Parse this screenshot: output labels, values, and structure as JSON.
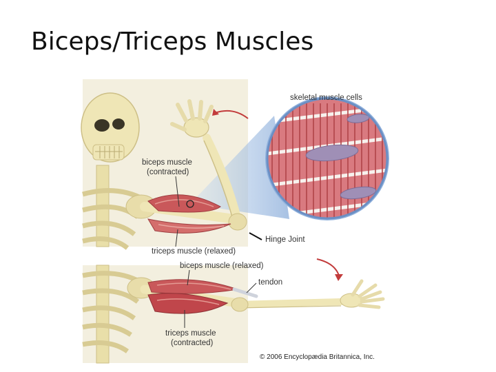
{
  "slide": {
    "title": "Biceps/Triceps Muscles"
  },
  "diagram": {
    "labels": {
      "skeletal_muscle_cells": "skeletal muscle cells",
      "biceps_contracted_line1": "biceps muscle",
      "biceps_contracted_line2": "(contracted)",
      "hinge_joint": "Hinge Joint",
      "triceps_relaxed": "triceps muscle (relaxed)",
      "biceps_relaxed": "biceps muscle (relaxed)",
      "tendon": "tendon",
      "triceps_contracted_line1": "triceps muscle",
      "triceps_contracted_line2": "(contracted)"
    },
    "credit": "© 2006 Encyclopædia Britannica, Inc.",
    "colors": {
      "bone": "#efe6b6",
      "bone_edge": "#cdbf86",
      "muscle": "#c9585a",
      "muscle_light": "#e49a93",
      "muscle_fiber": "#b04448",
      "cell_fill": "#d97a80",
      "nucleus": "#9f8fb6",
      "tendon": "#cfd3dc",
      "arrow": "#c23b3b",
      "zoom_beam": "#a9c3e6"
    }
  }
}
